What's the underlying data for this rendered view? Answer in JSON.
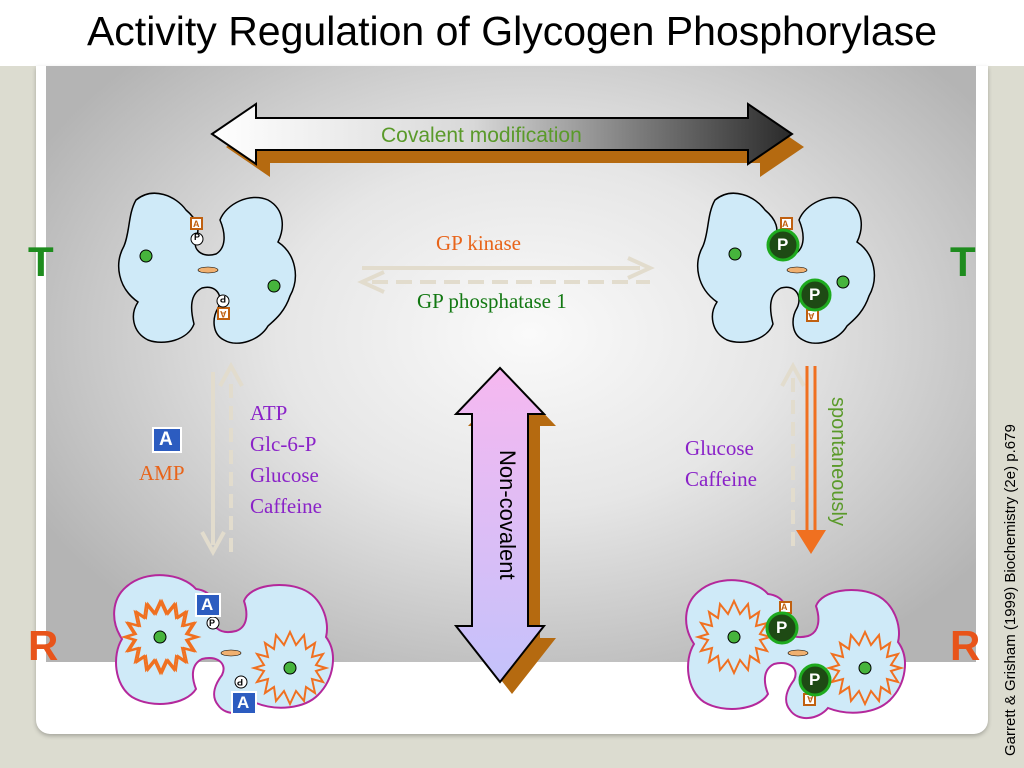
{
  "title": "Activity Regulation of Glycogen Phosphorylase",
  "covalent_label": "Covalent modification",
  "kinase_label": "GP kinase",
  "phosphatase_label": "GP phosphatase 1",
  "noncovalent_label": "Non-covalent",
  "spontaneous_label": "spontaneously",
  "state_t": "T",
  "state_r": "R",
  "amp_label": "AMP",
  "amp_box": "A",
  "p_small": "P",
  "left_inhibitors": [
    "ATP",
    "Glc-6-P",
    "Glucose",
    "Caffeine"
  ],
  "right_inhibitors": [
    "Glucose",
    "Caffeine"
  ],
  "citation": "Garrett & Grisham (1999) Biochemistry (2e) p.679",
  "colors": {
    "title": "#000000",
    "green_label": "#5a9a2a",
    "t_green": "#1e8c1e",
    "r_orange": "#e8541a",
    "kinase": "#e8641a",
    "inhibitor_purple": "#8a22c8",
    "enzyme_fill": "#cfeaf8",
    "r_outline": "#b4289b",
    "amp_blue": "#2c5cc0"
  }
}
